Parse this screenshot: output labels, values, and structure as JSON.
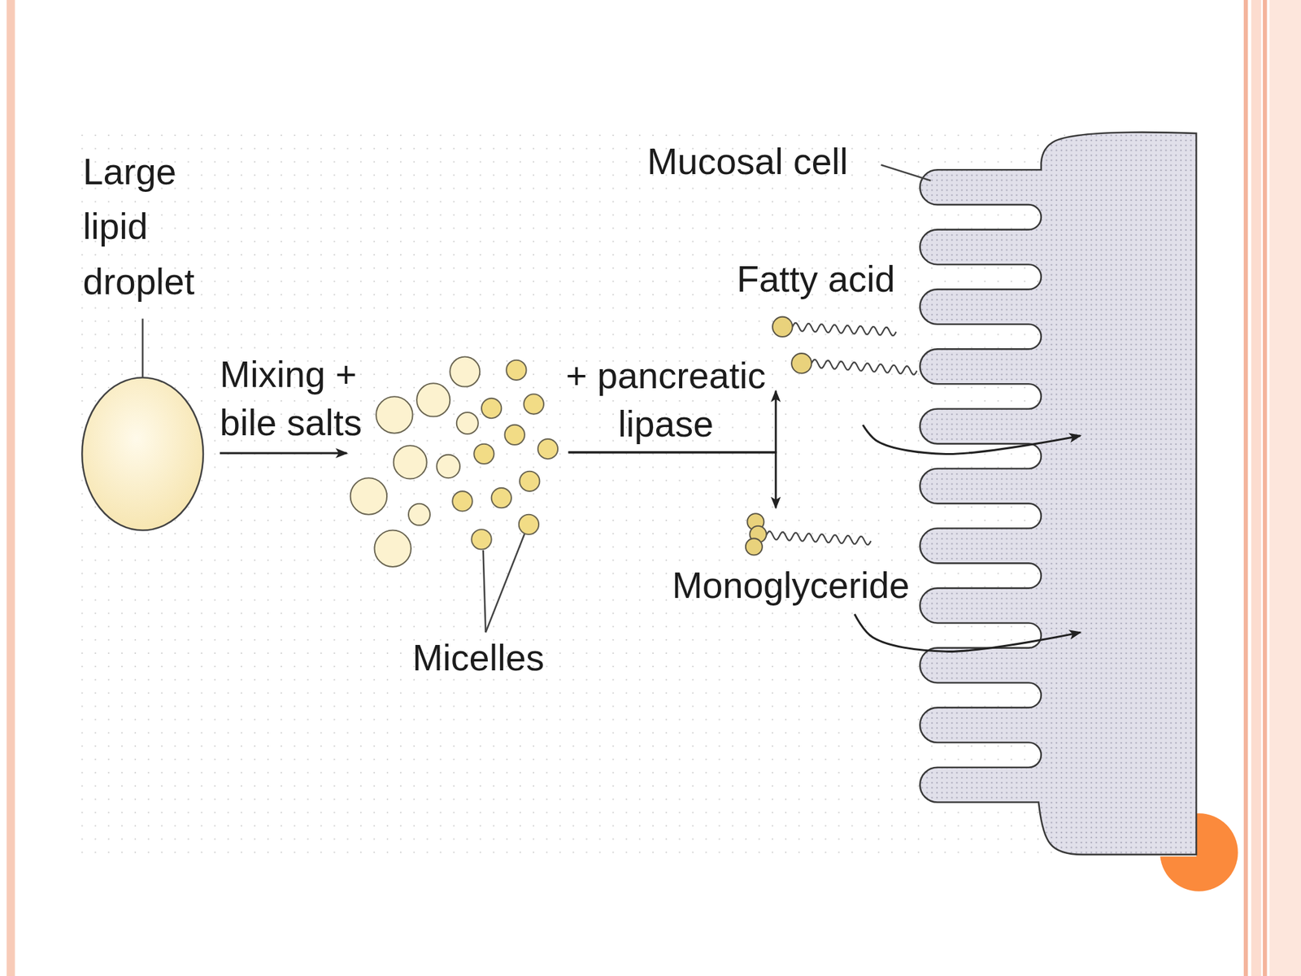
{
  "diagram": {
    "nodes": [
      {
        "text": [
          "Large lipid droplet"
        ]
      },
      {
        "text": [
          "Micelles"
        ]
      },
      {
        "text": [
          "Fatty acid"
        ]
      },
      {
        "text": [
          "Monoglyceride"
        ]
      },
      {
        "text": [
          "Mucosal cell"
        ]
      }
    ],
    "edges": [
      {
        "from": 0,
        "to": 1,
        "arrow": "to",
        "label": "Mixing + bile salts"
      },
      {
        "from": 1,
        "to": 2,
        "arrow": "to",
        "label": "+ pancreatic lipase"
      },
      {
        "from": 1,
        "to": 3,
        "arrow": "to"
      },
      {
        "from": 2,
        "to": 4,
        "arrow": "to"
      },
      {
        "from": 3,
        "to": 4,
        "arrow": "to"
      }
    ]
  }
}
